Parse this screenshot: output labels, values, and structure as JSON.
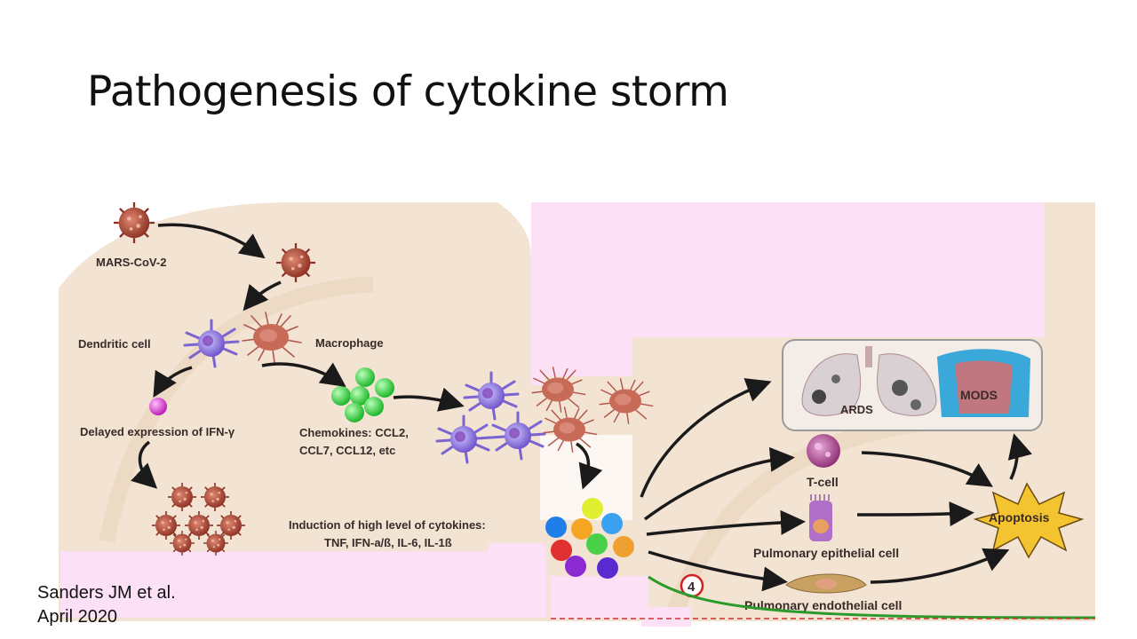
{
  "slide": {
    "title": "Pathogenesis of cytokine storm",
    "citation_line1": "Sanders JM et al.",
    "citation_line2": "April 2020"
  },
  "figure": {
    "virus_label": "MARS-CoV-2",
    "dendritic_label": "Dendritic cell",
    "macrophage_label": "Macrophage",
    "ifn_label": "Delayed expression of IFN-γ",
    "chemokines_line1": "Chemokines: CCL2,",
    "chemokines_line2": "CCL7, CCL12, etc",
    "cytokines_line1": "Induction of high level of cytokines:",
    "cytokines_line2": "TNF, IFN-a/ß, IL-6, IL-1ß",
    "ards_label": "ARDS",
    "mods_label": "MODS",
    "tcell_label": "T-cell",
    "apoptosis_label": "Apoptosis",
    "epithelial_label": "Pulmonary epithelial cell",
    "endothelial_label": "Pulmonary endothelial cell",
    "step_number": "4"
  },
  "colors": {
    "background_tan": "#f3e3d3",
    "mask_pink": "#fbe0f6",
    "virus": "#b04a3a",
    "dendritic": "#8a7ad0",
    "chemokine_green": "#3fd24a",
    "apoptosis_yellow": "#f4c430"
  }
}
